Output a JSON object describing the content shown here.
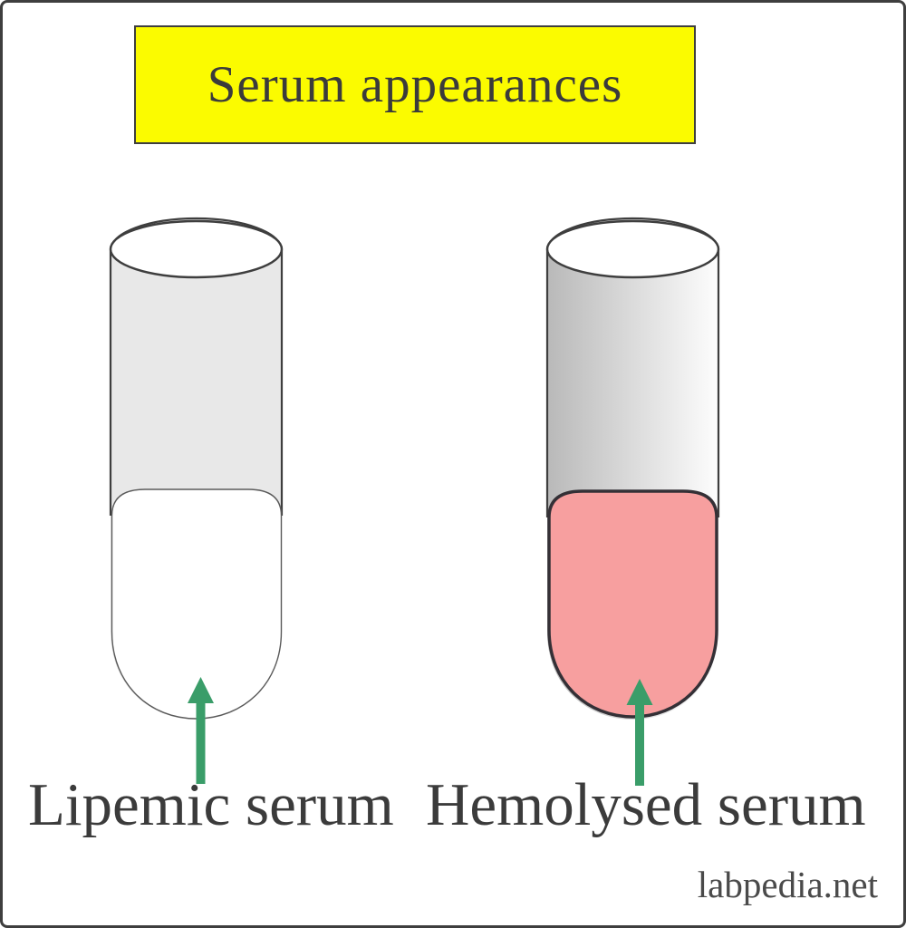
{
  "title": "Serum appearances",
  "tubes": [
    {
      "id": "lipemic",
      "label": "Lipemic serum",
      "serum_appearance": "milky-white"
    },
    {
      "id": "hemolysed",
      "label": "Hemolysed serum",
      "serum_appearance": "pink-red"
    }
  ],
  "watermark": "labpedia.net",
  "colors": {
    "title_bg": "#FBFB00",
    "outline_dark": "#3E3E3E",
    "tube_gray": "#E8E8E8",
    "tube_grad_dark": "#B9B9B9",
    "tube_grad_light": "#FDFDFD",
    "lipemic_serum": "#FFFFFF",
    "hemolysed_serum": "#F79F9F",
    "tube_opening": "#FFFFFF",
    "arrow_green": "#3A9D69",
    "text_dark": "#3B3B3B"
  }
}
